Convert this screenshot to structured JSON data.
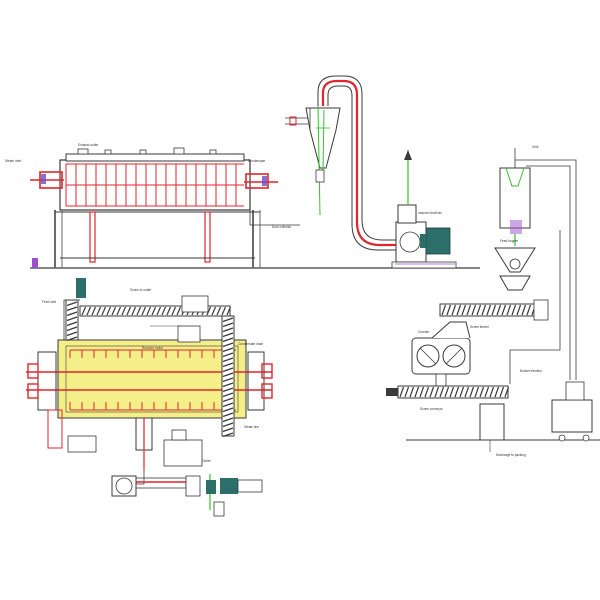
{
  "colors": {
    "line": "#3a3a3a",
    "accent_red": "#e0262c",
    "accent_green": "#33c12b",
    "accent_yellow": "#f5ef8a",
    "accent_purple": "#9b4fc8",
    "motor_teal": "#2c6f6a",
    "frame_gray": "#6b6b6b"
  },
  "labels": {
    "dryer_left_inlet": "Steam inlet",
    "dryer_right_outlet": "Condensate",
    "dryer_exhaust": "Exhaust outlet",
    "dryer_support": "Dust collector",
    "fan_outlet": "Induced draft fan",
    "screw_outlet": "Screw to outlet",
    "feed_top": "Feed inlet",
    "motor_note": "Reducer motor",
    "condensate_note": "Condensate drain",
    "steam_note": "Steam line",
    "hopper_label": "Feed hopper",
    "outlet_label": "Outlet",
    "crusher_label": "Crusher",
    "screw_conveyor_label": "Screw conveyor",
    "elevator_label": "Bucket elevator",
    "discharge_label": "Discharge to packing",
    "screw_right_label": "Screw feeder",
    "vent_label": "Vent"
  },
  "icons": {
    "motor": "motor-icon",
    "fan": "fan-icon",
    "cyclone": "cyclone-icon",
    "flow_arrow": "arrow-up-icon"
  }
}
